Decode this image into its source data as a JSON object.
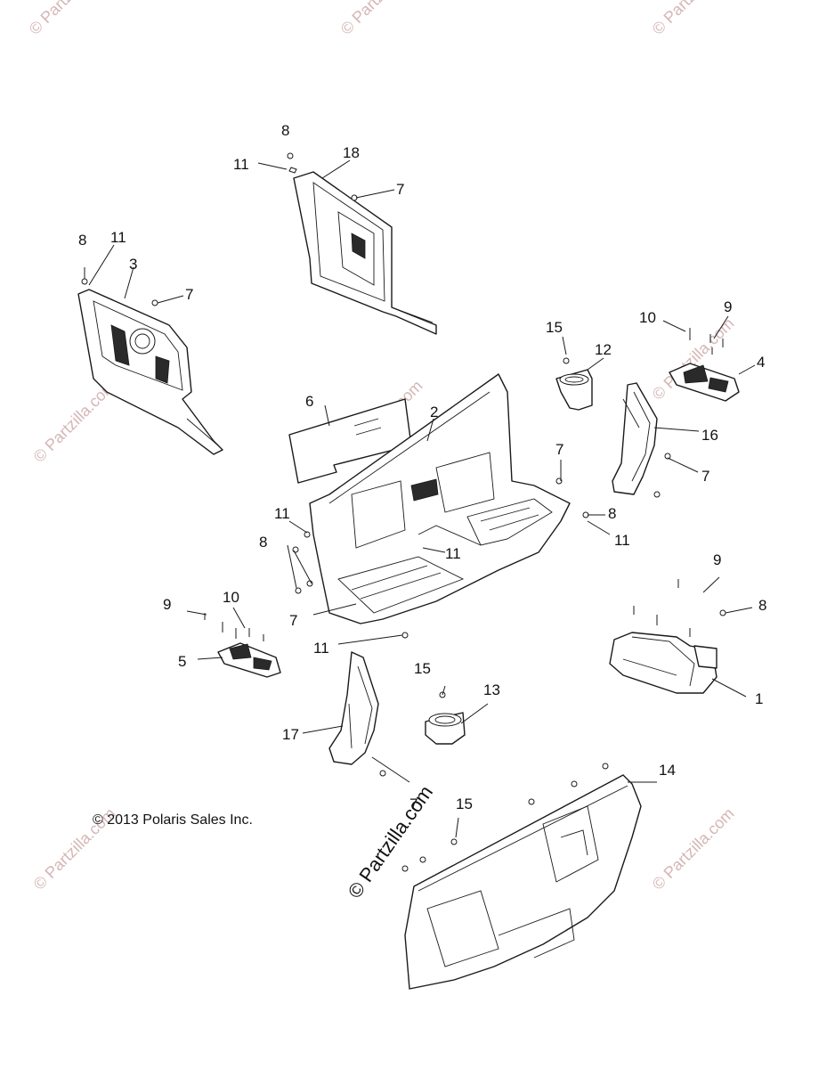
{
  "copyright": "© 2013 Polaris Sales Inc.",
  "watermark": "© Partzilla.com",
  "watermark_main": "© Partzilla.com",
  "callouts": {
    "c1": "1",
    "c2": "2",
    "c3": "3",
    "c4": "4",
    "c5": "5",
    "c6": "6",
    "c7": "7",
    "c8": "8",
    "c9": "9",
    "c10": "10",
    "c11": "11",
    "c12": "12",
    "c13": "13",
    "c14": "14",
    "c15": "15",
    "c16": "16",
    "c17": "17",
    "c18": "18"
  },
  "colors": {
    "line": "#1a1a1a",
    "watermark": "#d6b6b6",
    "background": "#ffffff"
  }
}
